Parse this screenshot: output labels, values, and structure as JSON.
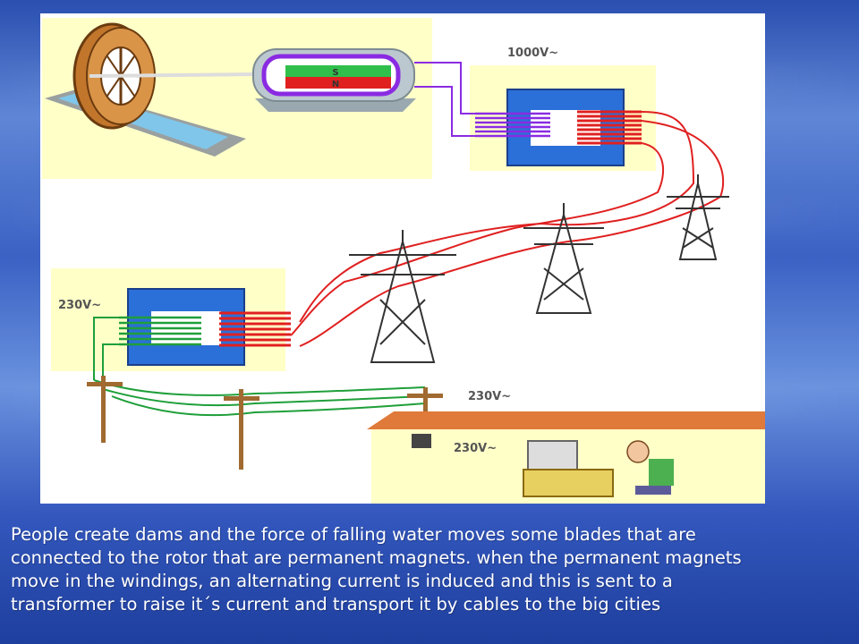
{
  "diagram": {
    "labels": {
      "gen_voltage": "1000V~",
      "sub_voltage": "230V~",
      "line_voltage": "230V~",
      "meter_voltage": "230V~"
    },
    "rotor_poles": {
      "south": "S",
      "north": "N"
    }
  },
  "caption": {
    "lines": [
      "People create dams and the force of falling water moves some blades that are",
      "connected to the rotor that are permanent magnets. when the permanent magnets",
      "move in the windings, an alternating current is induced and this is sent to a",
      "transformer to raise  it´s current and transport it by cables to the big cities"
    ]
  },
  "colors": {
    "panel": "#ffffc8",
    "core": "#2b6fd8",
    "hv_wire": "#e02020",
    "lv_wire": "#1f9f3a",
    "primary_coil": "#8a2be2"
  }
}
